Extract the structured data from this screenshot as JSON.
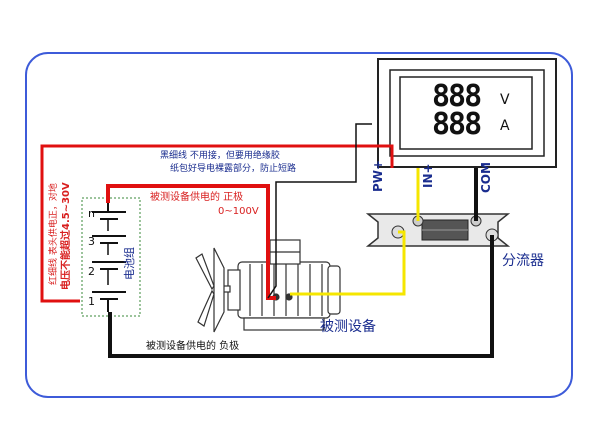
{
  "meter": {
    "digits_top": "888",
    "digits_bottom": "888",
    "unit_top": "V",
    "unit_bottom": "A"
  },
  "terminals": {
    "pw": "PW+",
    "in": "IN+",
    "com": "COM"
  },
  "notes": {
    "black_thin_line_1": "黑细线 不用接，但要用绝缘胶",
    "black_thin_line_2": "纸包好导电裸露部分，防止短路",
    "red_thin_line_1": "红细线 表头供电正，对地",
    "red_thin_line_2": "电压不能超过4.5~30V"
  },
  "labels": {
    "battery": "电池组",
    "positive": "被测设备供电的 正极",
    "voltage_range": "0~100V",
    "negative": "被测设备供电的 负极",
    "shunt": "分流器",
    "device": "被测设备",
    "cell_n": "n",
    "cell_3": "3",
    "cell_2": "2",
    "cell_1": "1"
  },
  "colors": {
    "red_wire": "#e01010",
    "yellow_wire": "#f5e600",
    "black_wire": "#111111",
    "frame": "#3d5bd9",
    "text_blue": "#1a2d8f"
  }
}
